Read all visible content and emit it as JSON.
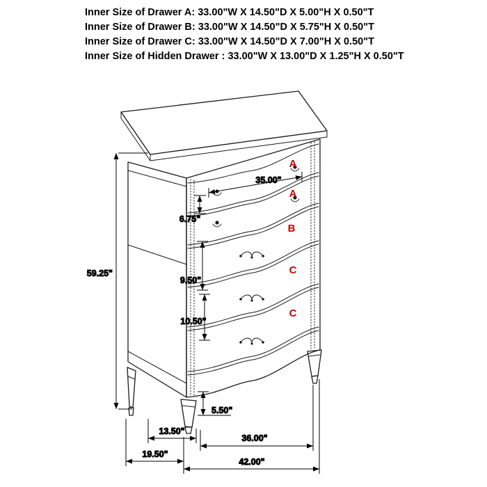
{
  "page": {
    "background": "#ffffff"
  },
  "header": {
    "lines": [
      "Inner Size of Drawer A: 33.00\"W X 14.50\"D X 5.00\"H X 0.50\"T",
      "Inner Size of Drawer B: 33.00\"W X 14.50\"D X 5.75\"H X 0.50\"T",
      "Inner Size of Drawer C: 33.00\"W X 14.50\"D X 7.00\"H X 0.50\"T",
      "Inner Size of Hidden Drawer : 33.00\"W X 13.00\"D X 1.25\"H X 0.50\"T"
    ]
  },
  "diagram": {
    "drawer_labels": [
      "A",
      "A",
      "B",
      "C",
      "C"
    ],
    "colors": {
      "drawer_label": "#cc0000",
      "line": "#000000"
    },
    "dimensions": {
      "top_drawer_width": "35.00\"",
      "drawer_a_height": "6.75\"",
      "overall_height": "59.25\"",
      "drawer_b_height": "9.50\"",
      "drawer_c_height": "10.50\"",
      "leg_height": "5.50\"",
      "side_leg_spacing": "13.50\"",
      "front_leg_spacing": "36.00\"",
      "overall_depth": "19.50\"",
      "overall_width": "42.00\""
    }
  }
}
